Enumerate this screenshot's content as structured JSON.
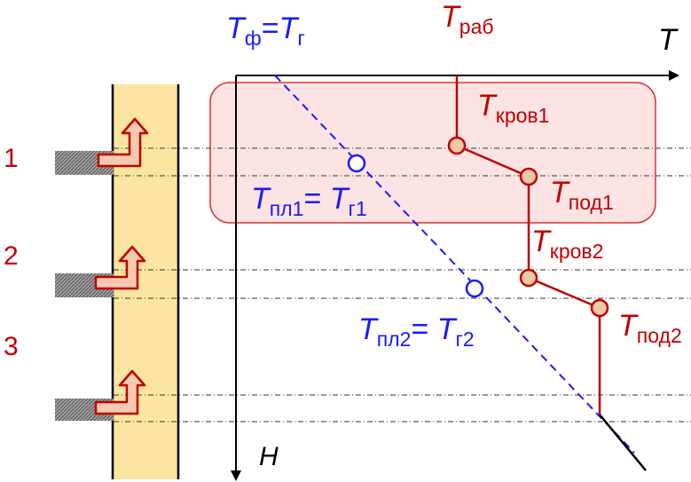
{
  "labels": {
    "t_f": "T",
    "t_f_sub": "ф",
    "t_f_eq": "=",
    "t_g": "T",
    "t_g_sub": "г",
    "t_rab": "T",
    "t_rab_sub": "раб",
    "axis_t": "T",
    "axis_h": "H",
    "t_krov1": "T",
    "t_krov1_sub": "кров1",
    "t_pod1": "T",
    "t_pod1_sub": "под1",
    "t_krov2": "T",
    "t_krov2_sub": "кров2",
    "t_pod2": "T",
    "t_pod2_sub": "под2",
    "t_pl1": "T",
    "t_pl1_sub": "пл1",
    "t_pl1_eq": "= ",
    "t_g1": "T",
    "t_g1_sub": "г1",
    "t_pl2": "T",
    "t_pl2_sub": "пл2",
    "t_pl2_eq": "= ",
    "t_g2": "T",
    "t_g2_sub": "г2"
  },
  "layers": [
    "1",
    "2",
    "3"
  ],
  "colors": {
    "red": "#c00000",
    "blue": "#1a1aff",
    "well": "#fce5a0",
    "highlight_fill": "#fde4e4",
    "highlight_stroke": "#e03030",
    "marker_fill": "#f2c9a8",
    "arrow_fill": "#f5cbb0"
  }
}
